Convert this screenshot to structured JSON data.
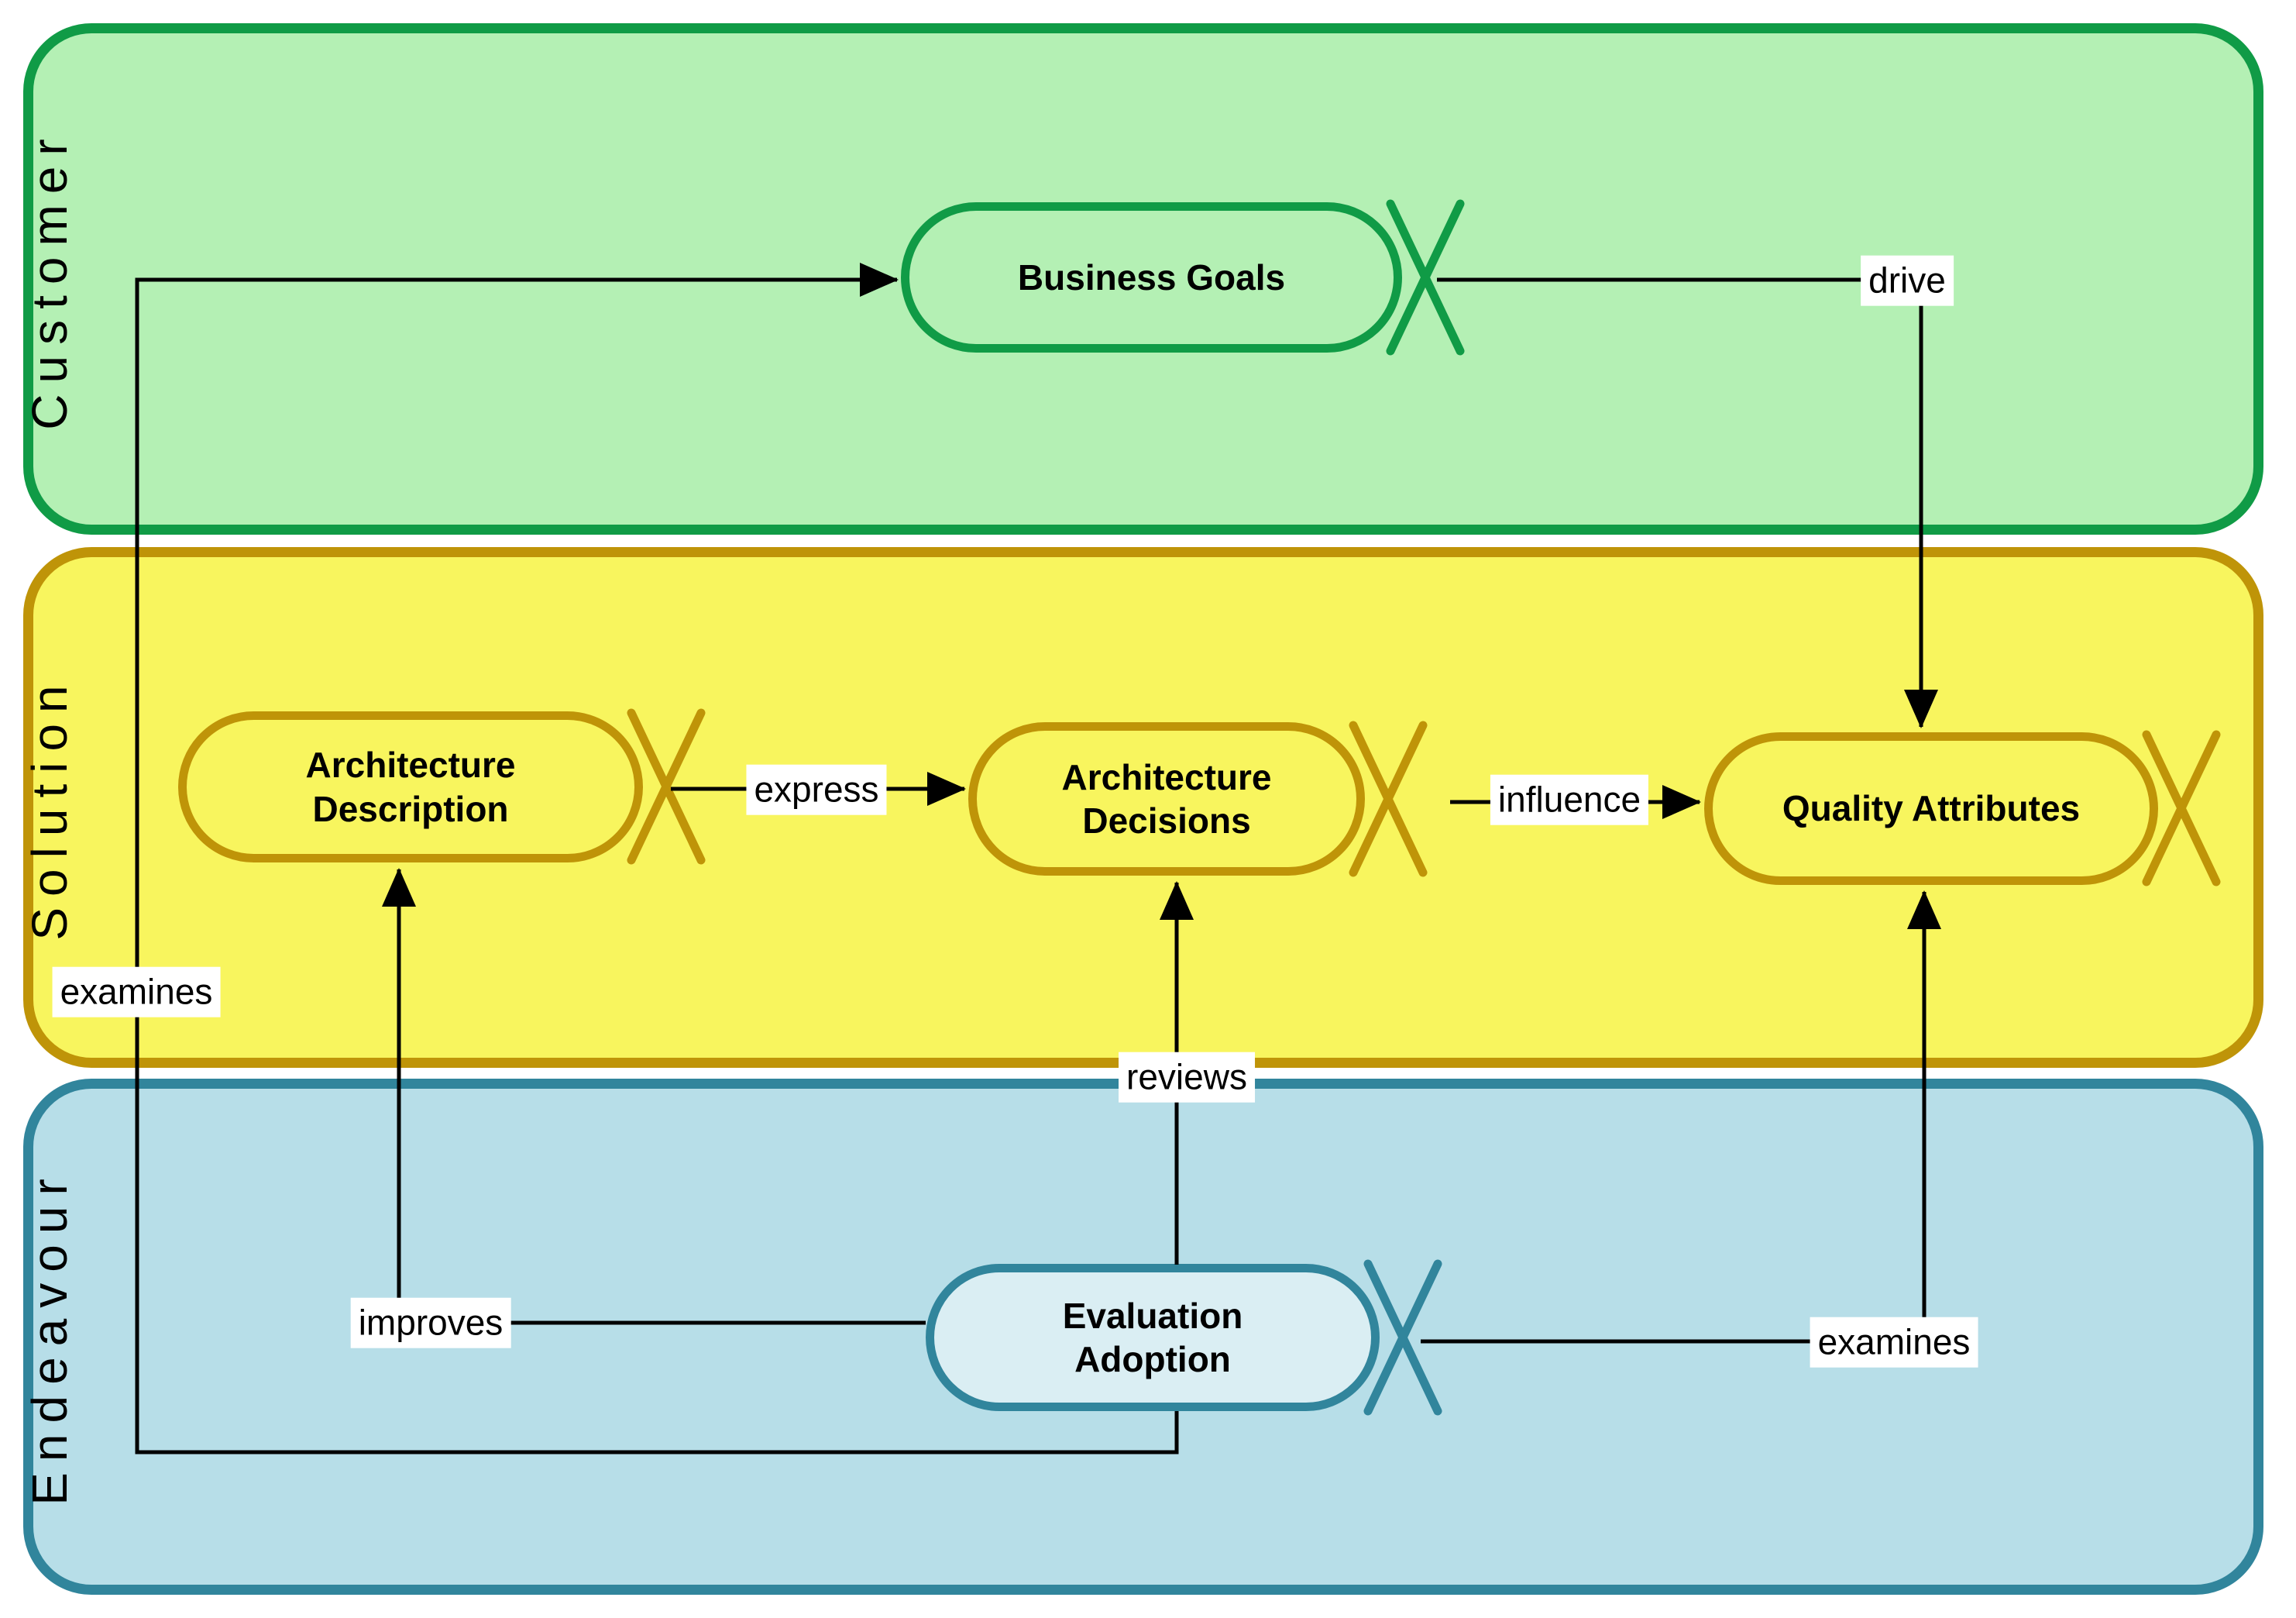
{
  "diagram": {
    "bands": {
      "customer": {
        "label": "Customer",
        "fill": "#B4F0B4",
        "border": "#109B46"
      },
      "solution": {
        "label": "Solution",
        "fill": "#F8F55E",
        "border": "#BF9408"
      },
      "endeavour": {
        "label": "Endeavour",
        "fill": "#B7DEE8",
        "border": "#31859C"
      }
    },
    "nodes": {
      "business_goals": {
        "label": "Business Goals",
        "band": "customer"
      },
      "architecture_description": {
        "label": "Architecture\nDescription",
        "band": "solution"
      },
      "architecture_decisions": {
        "label": "Architecture\nDecisions",
        "band": "solution"
      },
      "quality_attributes": {
        "label": "Quality Attributes",
        "band": "solution"
      },
      "evaluation_adoption": {
        "label": "Evaluation\nAdoption",
        "band": "endeavour",
        "fill": "#DAEEF3"
      }
    },
    "edges": {
      "drive": {
        "label": "drive",
        "from": "business_goals",
        "to": "quality_attributes"
      },
      "express": {
        "label": "express",
        "from": "architecture_description",
        "to": "architecture_decisions"
      },
      "influence": {
        "label": "influence",
        "from": "architecture_decisions",
        "to": "quality_attributes"
      },
      "reviews": {
        "label": "reviews",
        "from": "evaluation_adoption",
        "to": "architecture_decisions"
      },
      "improves": {
        "label": "improves",
        "from": "evaluation_adoption",
        "to": "architecture_description"
      },
      "examines_goals": {
        "label": "examines",
        "from": "evaluation_adoption",
        "to": "business_goals"
      },
      "examines_qa": {
        "label": "examines",
        "from": "evaluation_adoption",
        "to": "quality_attributes"
      }
    }
  }
}
